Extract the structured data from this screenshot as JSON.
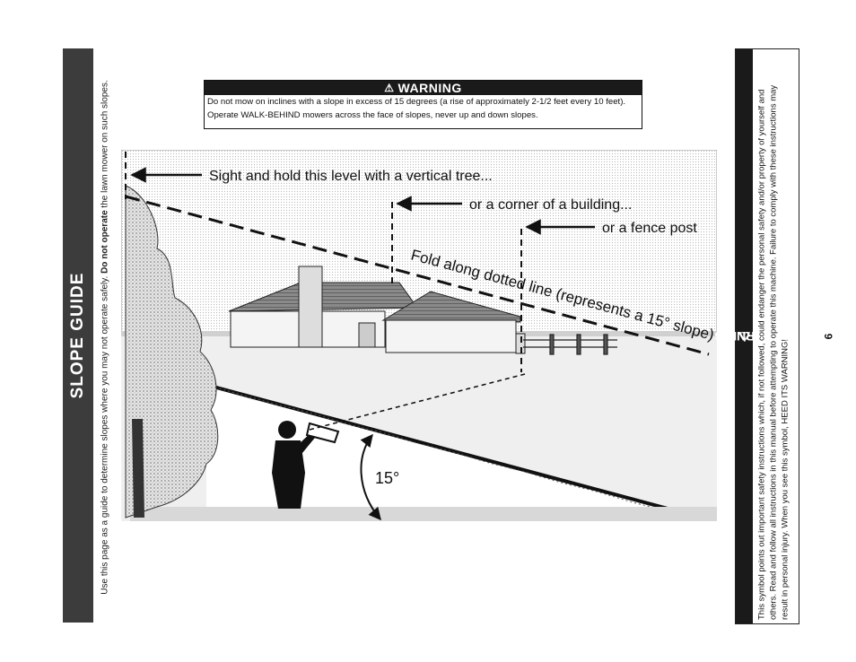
{
  "sidebar": {
    "title": "SLOPE GUIDE"
  },
  "side_note": {
    "before": "Use this page as a guide to determine slopes where you may not operate safely. ",
    "bold": "Do not operate",
    "after": " the lawn mower on such slopes."
  },
  "warning_top": {
    "title": "WARNING",
    "line1": "Do not mow on inclines with a slope in excess of 15 degrees (a rise of approximately 2-1/2 feet every 10 feet).",
    "line2": "Operate WALK-BEHIND mowers across the face of slopes, never up and down slopes."
  },
  "illustration": {
    "label_tree": "Sight and hold this level with a vertical tree...",
    "label_building": "or a corner of a building...",
    "label_fence": "or a fence post",
    "fold_text": "Fold along dotted line (represents a 15° slope)",
    "angle": "15°"
  },
  "warning_right": {
    "title": "WARNING",
    "line1": "This symbol points out important safety instructions which, if not followed, could endanger the personal safety and/or property of yourself and",
    "line2": "others. Read and follow all instructions in this manual before attempting to operate this machine. Failure to comply with these instructions may",
    "line3": "result in personal injury. When you see this symbol, HEED ITS WARNING!"
  },
  "page_number": "6"
}
